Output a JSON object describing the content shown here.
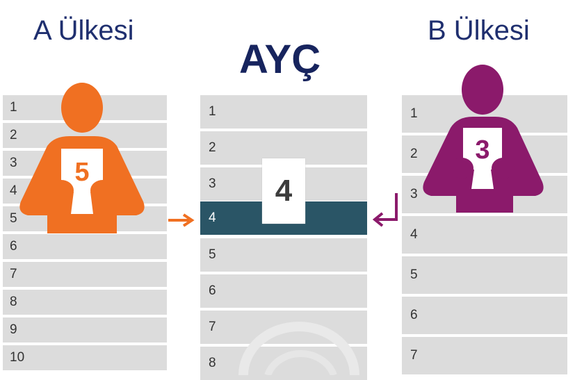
{
  "titles": {
    "country_a": "A Ülkesi",
    "center": "AYÇ",
    "country_b": "B Ülkesi"
  },
  "country_a": {
    "rows": [
      "1",
      "2",
      "3",
      "4",
      "5",
      "6",
      "7",
      "8",
      "9",
      "10"
    ],
    "score": "5",
    "color": "#f07022"
  },
  "center": {
    "rows": [
      "1",
      "2",
      "3",
      "4",
      "5",
      "6",
      "7",
      "8"
    ],
    "highlighted_row": "4",
    "score": "4",
    "highlight_color": "#2a5566"
  },
  "country_b": {
    "rows": [
      "1",
      "2",
      "3",
      "4",
      "5",
      "6",
      "7"
    ],
    "score": "3",
    "color": "#8b1a6b"
  }
}
